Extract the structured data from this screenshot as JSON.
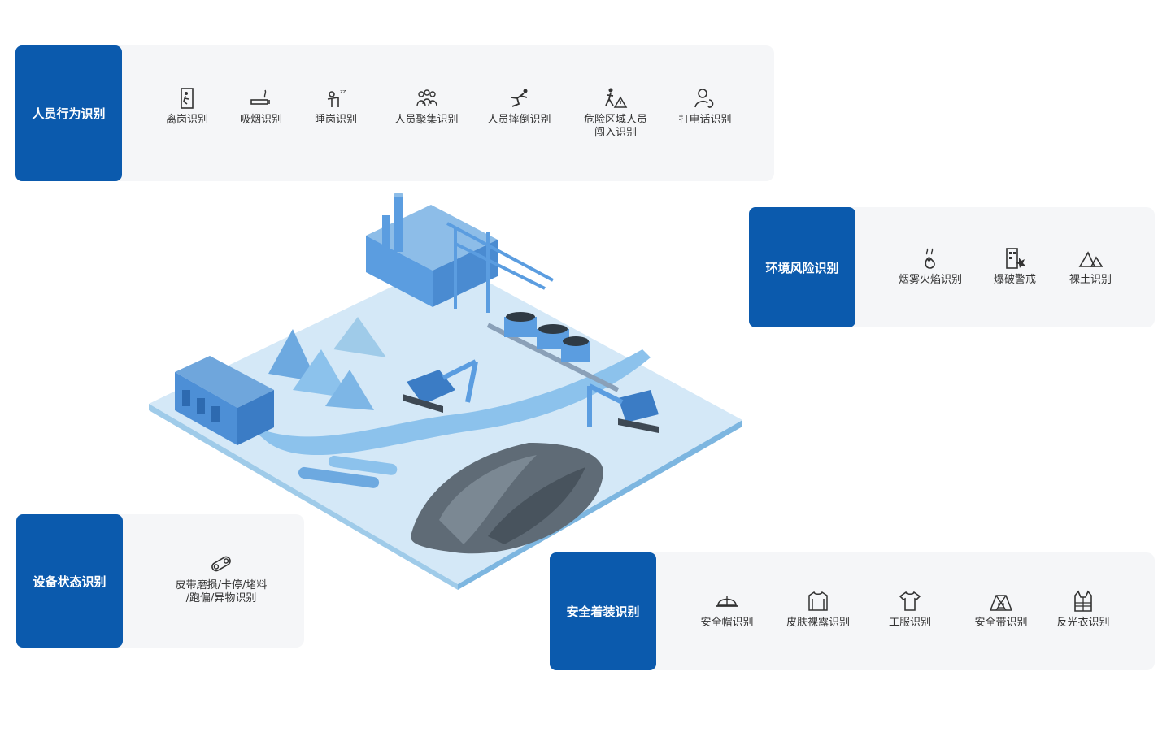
{
  "people": {
    "title": "人员行为识别",
    "items": [
      {
        "label": "离岗识别",
        "icon": "leave-post-icon"
      },
      {
        "label": "吸烟识别",
        "icon": "smoking-icon"
      },
      {
        "label": "睡岗识别",
        "icon": "sleeping-icon"
      },
      {
        "label": "人员聚集识别",
        "icon": "crowd-icon"
      },
      {
        "label": "人员摔倒识别",
        "icon": "fall-icon"
      },
      {
        "label": "危险区域人员\n闯入识别",
        "icon": "intrusion-icon"
      },
      {
        "label": "打电话识别",
        "icon": "phone-call-icon"
      }
    ]
  },
  "environment": {
    "title": "环境风险识别",
    "items": [
      {
        "label": "烟雾火焰识别",
        "icon": "smoke-fire-icon"
      },
      {
        "label": "爆破警戒",
        "icon": "blast-icon"
      },
      {
        "label": "裸土识别",
        "icon": "bare-soil-icon"
      }
    ]
  },
  "equipment": {
    "title": "设备状态识别",
    "items": [
      {
        "label": "皮带磨损/卡停/堵料\n/跑偏/异物识别",
        "icon": "conveyor-belt-icon"
      }
    ]
  },
  "safety": {
    "title": "安全着装识别",
    "items": [
      {
        "label": "安全帽识别",
        "icon": "helmet-icon"
      },
      {
        "label": "皮肤裸露识别",
        "icon": "skin-exposure-icon"
      },
      {
        "label": "工服识别",
        "icon": "work-clothes-icon"
      },
      {
        "label": "安全带识别",
        "icon": "safety-belt-icon"
      },
      {
        "label": "反光衣识别",
        "icon": "reflective-vest-icon"
      }
    ]
  },
  "colors": {
    "accent": "#0b5aad",
    "panel": "#f5f6f8",
    "icon": "#333333"
  }
}
